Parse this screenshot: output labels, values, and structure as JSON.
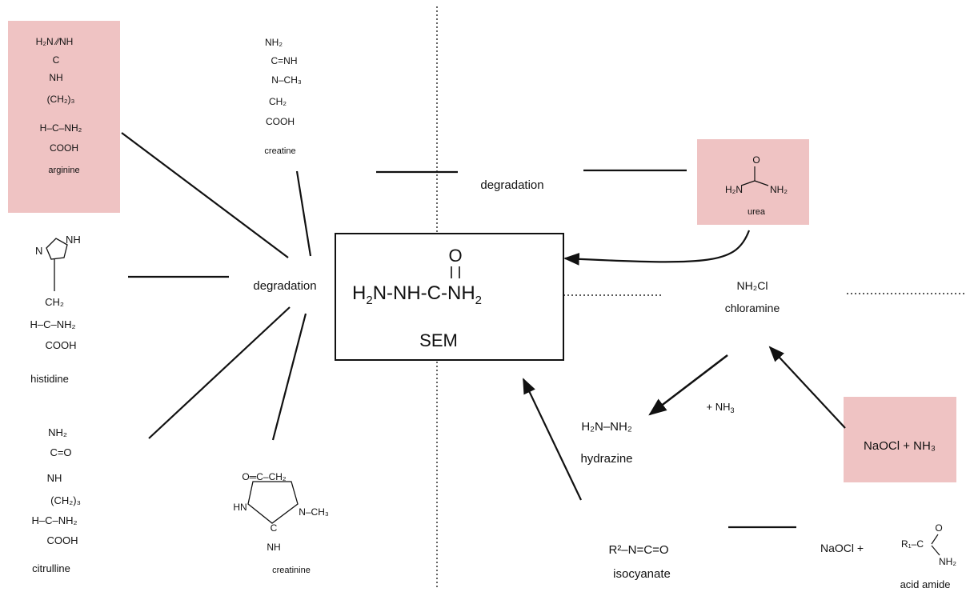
{
  "colors": {
    "highlight": "#efc3c3",
    "ink": "#111111",
    "background": "#ffffff"
  },
  "center": {
    "formula": {
      "p1": "H",
      "s1": "2",
      "p2": "N-NH-C-NH",
      "s2": "2"
    },
    "oxygen": "O",
    "label": "SEM"
  },
  "labels": {
    "degradation_left": "degradation",
    "degradation_top": "degradation",
    "plus_ammonia": "+ NH",
    "plus_ammonia_sub": "3"
  },
  "compounds": {
    "arginine": {
      "name": "arginine",
      "lines": [
        "H₂N  ⁄⁄NH",
        "C",
        "NH",
        "(CH₂)₃",
        "H–C–NH₂",
        "COOH"
      ]
    },
    "creatine": {
      "name": "creatine",
      "lines": [
        "NH₂",
        "C=NH",
        "N–CH₃",
        "CH₂",
        "COOH"
      ]
    },
    "histidine": {
      "name": "histidine",
      "lines": [
        "NH",
        "N",
        "CH₂",
        "H–C–NH₂",
        "COOH"
      ]
    },
    "citrulline": {
      "name": "citrulline",
      "lines": [
        "NH₂",
        "C=O",
        "NH",
        "(CH₂)₃",
        "H–C–NH₂",
        "COOH"
      ]
    },
    "creatinine": {
      "name": "creatinine",
      "lines": [
        "O═C–CH₂",
        "HN",
        "N–CH₃",
        "C",
        "NH"
      ]
    },
    "urea": {
      "name": "urea",
      "lines": [
        "O",
        "H₂N",
        "NH₂"
      ]
    },
    "chloramine": {
      "name": "chloramine",
      "formula": "NH₂Cl"
    },
    "hydrazine": {
      "name": "hydrazine",
      "formula": "H₂N–NH₂"
    },
    "isocyanate": {
      "name": "isocyanate",
      "formula": "R²–N=C=O"
    },
    "acid_amide": {
      "name": "acid amide",
      "lines": [
        "O",
        "R₁–C",
        "NH₂"
      ]
    }
  },
  "reagents": {
    "naocl_nh3": "NaOCl  +  NH₃",
    "naocl_amide": "NaOCl  +"
  }
}
